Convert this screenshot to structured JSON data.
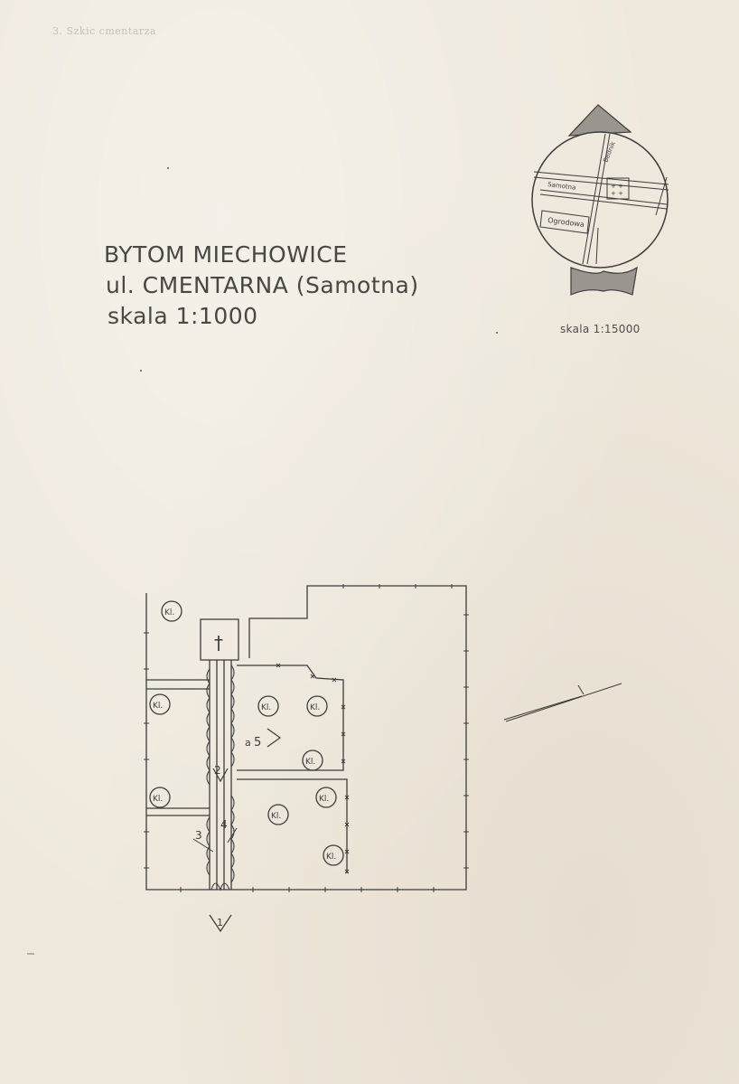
{
  "header": {
    "faint_text": "3. Szkic cmentarza"
  },
  "title": {
    "line1": "BYTOM  MIECHOWICE",
    "line2": "ul. CMENTARNA   (Samotna)",
    "line3": "skala  1:1000"
  },
  "inset_map": {
    "scale_label": "skala 1:15000",
    "streets": [
      "Bednik",
      "Samotna",
      "Ogrodowa"
    ],
    "cross_marks": "+ +"
  },
  "plan": {
    "area_label": "Kl.",
    "chapel_symbol": "†",
    "numbers": [
      "1",
      "2",
      "3",
      "4",
      "5"
    ],
    "marker_a": "a"
  },
  "colors": {
    "ink": "#3e3c39",
    "paper": "#efe9dd",
    "shade": "#9a968f"
  }
}
